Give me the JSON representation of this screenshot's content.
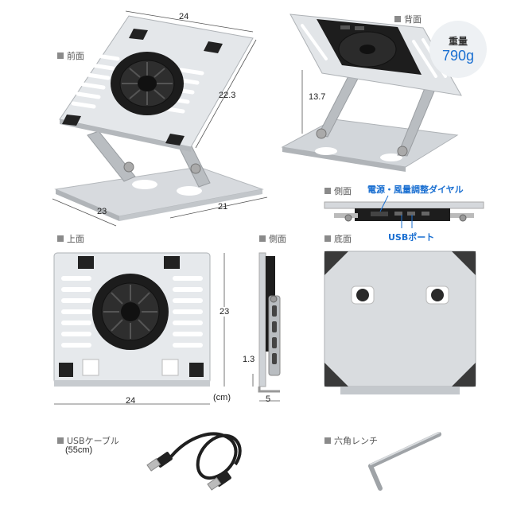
{
  "views": {
    "front": {
      "label": "前面",
      "dim_width": "24",
      "dim_depth": "22.3",
      "dim_base_w": "23",
      "dim_base_d": "21"
    },
    "back": {
      "label": "背面",
      "dim_height": "13.7"
    },
    "weight": {
      "label": "重量",
      "value": "790g"
    },
    "side_top": {
      "label": "側面",
      "callout_dial": "電源・風量調整ダイヤル",
      "callout_usb": "USBポート"
    },
    "top": {
      "label": "上面",
      "dim_width": "24",
      "dim_height": "23",
      "unit": "(cm)"
    },
    "side": {
      "label": "側面",
      "dim_small": "1.3",
      "dim_depth": "5"
    },
    "bottom": {
      "label": "底面"
    }
  },
  "accessories": {
    "usb_cable": {
      "label": "USBケーブル",
      "length": "(55cm)"
    },
    "hex_wrench": {
      "label": "六角レンチ"
    }
  },
  "colors": {
    "accent": "#1a6fd1",
    "metal": "#c9cdd1",
    "fan": "#1c1c1c"
  }
}
